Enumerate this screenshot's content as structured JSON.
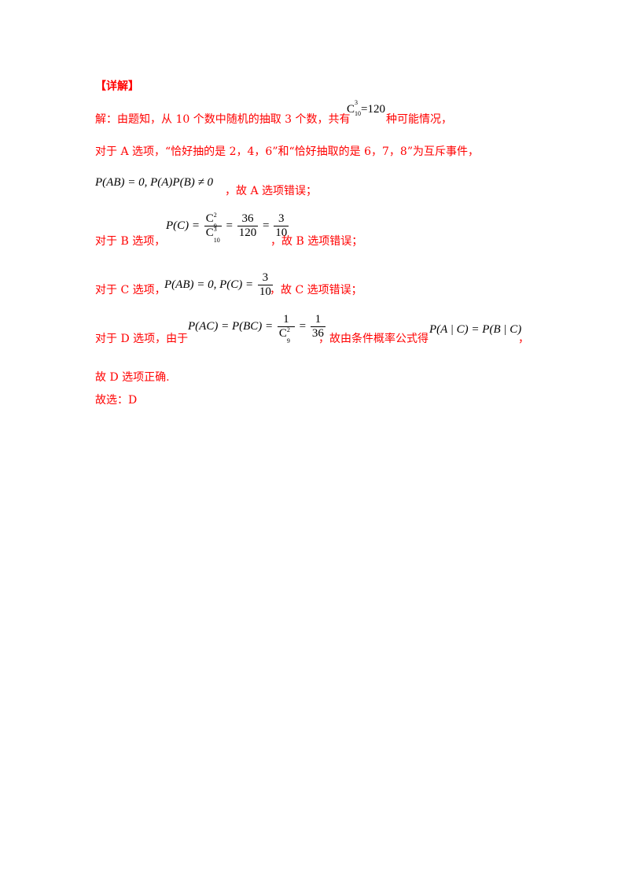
{
  "heading": "【详解】",
  "lines": {
    "l1_pre": "解：由题知，从 10 个数中随机的抽取 3 个数，共有",
    "l1_post": "种可能情况，",
    "l2": "对于 A 选项，“恰好抽的是 2，4，6”和“恰好抽取的是 6，7，8”为互斥事件，",
    "l3_post": "，故 A 选项错误；",
    "l4_pre": "对于 B 选项，",
    "l4_post": "，故 B 选项错误；",
    "l5_pre": "对于 C 选项，",
    "l5_post": "，故 C 选项错误；",
    "l6_pre": "对于 D 选项，由于",
    "l6_mid": "，故由条件概率公式得",
    "l6_post": "，",
    "l7": "故 D 选项正确.",
    "l8": "故选：D"
  },
  "math": {
    "c10_3": {
      "base": "C",
      "sup": "3",
      "sub": "10",
      "rest": "=120"
    },
    "m3": "P(AB) = 0, P(A)P(B) ≠ 0",
    "m4": {
      "lhs": "P(C) =",
      "f1_num_base": "C",
      "f1_num_sup": "2",
      "f1_num_sub": "9",
      "f1_den_base": "C",
      "f1_den_sup": "3",
      "f1_den_sub": "10",
      "eq1": "=",
      "f2_num": "36",
      "f2_den": "120",
      "eq2": "=",
      "f3_num": "3",
      "f3_den": "10"
    },
    "m5": {
      "lhs": "P(AB) = 0, P(C) =",
      "f_num": "3",
      "f_den": "10"
    },
    "m6": {
      "lhs": "P(AC) = P(BC) =",
      "f1_num": "1",
      "f1_den_base": "C",
      "f1_den_sup": "2",
      "f1_den_sub": "9",
      "eq": "=",
      "f2_num": "1",
      "f2_den": "36"
    },
    "m6b": "P(A | C) = P(B | C)"
  }
}
